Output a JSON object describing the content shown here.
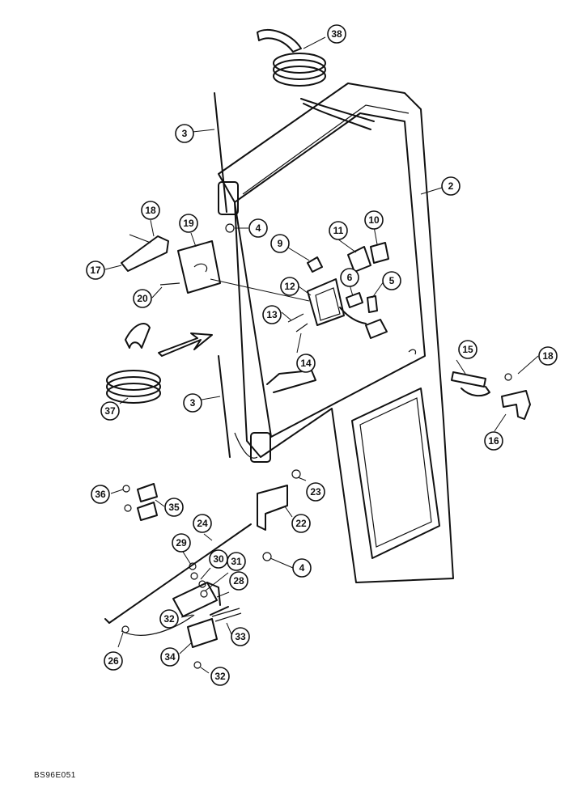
{
  "figure_code": "BS96E051",
  "callouts": [
    "38",
    "3",
    "2",
    "18",
    "19",
    "4",
    "11",
    "10",
    "9",
    "17",
    "6",
    "5",
    "12",
    "20",
    "13",
    "14",
    "15",
    "18",
    "37",
    "3",
    "16",
    "23",
    "36",
    "35",
    "22",
    "24",
    "29",
    "30",
    "31",
    "28",
    "4",
    "32",
    "33",
    "26",
    "34",
    "32"
  ]
}
